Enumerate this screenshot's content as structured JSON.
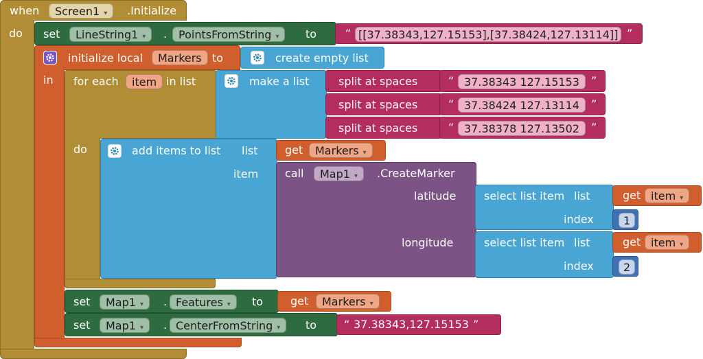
{
  "event": {
    "when": "when",
    "component": "Screen1",
    "method": ".Initialize",
    "do": "do"
  },
  "set_points": {
    "set": "set",
    "component": "LineString1",
    "dot": ".",
    "property": "PointsFromString",
    "to": "to",
    "value": "[[37.38343,127.15153],[37.38424,127.13114]]"
  },
  "local": {
    "label": "initialize local",
    "name": "Markers",
    "to": "to",
    "in": "in",
    "value": "create empty list"
  },
  "foreach": {
    "for_each": "for each",
    "item": "item",
    "in_list": "in list",
    "make_list": "make a list",
    "do": "do",
    "split_label": "split at spaces",
    "items": [
      "37.38343 127.15153",
      "37.38424 127.13114",
      "37.38378 127.13502"
    ]
  },
  "add_items": {
    "label": "add items to list",
    "list": "list",
    "get": "get",
    "list_var": "Markers",
    "item": "item"
  },
  "create_marker": {
    "call": "call",
    "component": "Map1",
    "method": ".CreateMarker",
    "latitude": "latitude",
    "longitude": "longitude"
  },
  "select": {
    "label": "select list item",
    "list": "list",
    "get": "get",
    "var": "item",
    "index": "index",
    "lat_index": "1",
    "lng_index": "2"
  },
  "set_features": {
    "set": "set",
    "component": "Map1",
    "dot": ".",
    "property": "Features",
    "to": "to",
    "get": "get",
    "var": "Markers"
  },
  "set_center": {
    "set": "set",
    "component": "Map1",
    "dot": ".",
    "property": "CenterFromString",
    "to": "to",
    "value": "37.38343,127.15153"
  },
  "quote_open": "“",
  "quote_close": "”",
  "dropdown_arrow": "▾",
  "icons": {
    "mutator": "gear-icon",
    "dropdown": "dropdown-arrow-icon"
  },
  "colors": {
    "event": "#b18e35",
    "variables": "#d05f2d",
    "lists": "#49a6d4",
    "text": "#b32d5e",
    "setters": "#2e6b3e",
    "procedures": "#7c5385",
    "math": "#3f71b5"
  }
}
